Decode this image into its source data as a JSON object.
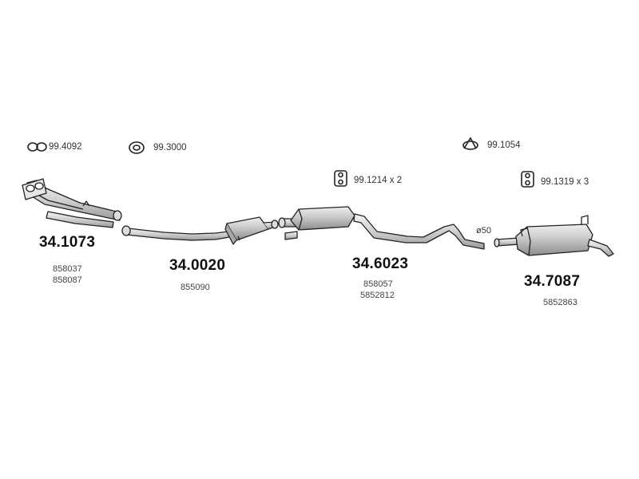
{
  "accessories": [
    {
      "code": "99.4092"
    },
    {
      "code": "99.3000"
    },
    {
      "code": "99.1054"
    },
    {
      "code": "99.1214 x 2"
    },
    {
      "code": "99.1319 x 3"
    }
  ],
  "parts": [
    {
      "number": "34.1073",
      "oem": [
        "858037",
        "858087"
      ]
    },
    {
      "number": "34.0020",
      "oem": [
        "855090"
      ]
    },
    {
      "number": "34.6023",
      "oem": [
        "858057",
        "5852812"
      ]
    },
    {
      "number": "34.7087",
      "oem": [
        "5852863"
      ]
    }
  ],
  "pipe_diameter": "ø50"
}
